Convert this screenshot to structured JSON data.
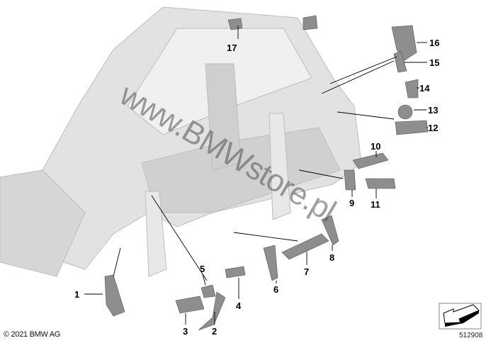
{
  "copyright": "© 2021 BMW AG",
  "diagram_number": "512908",
  "watermark": "www.BMWstore.pl",
  "callouts": [
    "1",
    "2",
    "3",
    "4",
    "5",
    "6",
    "7",
    "8",
    "9",
    "10",
    "11",
    "12",
    "13",
    "14",
    "15",
    "16",
    "17"
  ],
  "colors": {
    "body": "#dcdcdc",
    "part": "#8a8a8a",
    "line": "#000000"
  }
}
